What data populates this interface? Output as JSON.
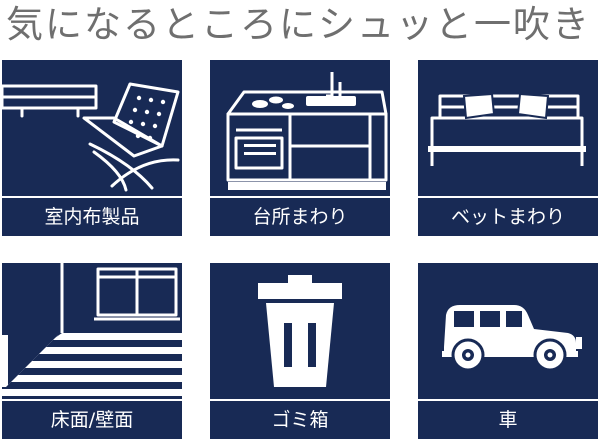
{
  "headline": "気になるところにシュッと一吹き",
  "tiles": [
    {
      "label": "室内布製品",
      "icon": "sofa-chair-icon"
    },
    {
      "label": "台所まわり",
      "icon": "kitchen-icon"
    },
    {
      "label": "ベットまわり",
      "icon": "bed-icon"
    },
    {
      "label": "床面/壁面",
      "icon": "floor-wall-icon"
    },
    {
      "label": "ゴミ箱",
      "icon": "trash-can-icon"
    },
    {
      "label": "車",
      "icon": "car-icon"
    }
  ],
  "colors": {
    "tile_background": "#182a55",
    "icon_line": "#ffffff",
    "headline_text": "#6f6f6f"
  }
}
